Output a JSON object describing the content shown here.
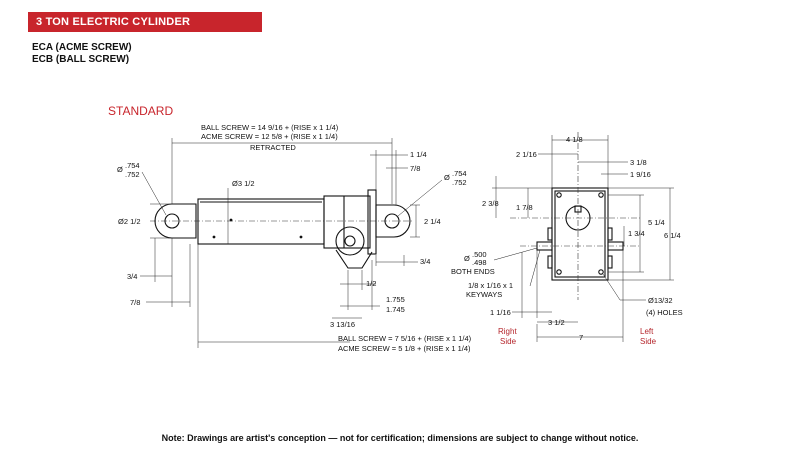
{
  "header": {
    "title": "3 TON ELECTRIC CYLINDER"
  },
  "models": [
    "ECA (ACME SCREW)",
    "ECB (BALL SCREW)"
  ],
  "section_label": "STANDARD",
  "front_view": {
    "top_dim_line1": "BALL SCREW = 14 9/16 + (RISE x 1 1/4)",
    "top_dim_line2": "ACME SCREW = 12 5/8 + (RISE x 1 1/4)",
    "top_dim_line3": "RETRACTED",
    "pin_dia_left": ".754",
    "pin_dia_left_b": ".752",
    "pin_dia_right": ".754",
    "pin_dia_right_b": ".752",
    "tube_dia": "Ø3 1/2",
    "clevis_dia": "Ø2 1/2",
    "dim_1_1_4_top": "1 1/4",
    "dim_7_8_top": "7/8",
    "dim_2_1_4": "2 1/4",
    "dim_3_4_right": "3/4",
    "dim_3_4_left": "3/4",
    "dim_7_8_left": "7/8",
    "dim_1_2": "1/2",
    "dim_1755": "1.755",
    "dim_1745": "1.745",
    "dim_3_13_16": "3 13/16",
    "bottom_dim_line1": "BALL SCREW = 7 5/16 + (RISE x 1 1/4)",
    "bottom_dim_line2": "ACME SCREW = 5 1/8 + (RISE x 1 1/4)",
    "side_label": "Right Side"
  },
  "side_view": {
    "dim_4_1_8": "4 1/8",
    "dim_2_1_16": "2 1/16",
    "dim_3_1_8": "3 1/8",
    "dim_1_9_16": "1 9/16",
    "dim_2_3_8": "2 3/8",
    "dim_1_7_8": "1 7/8",
    "dim_5_1_4": "5 1/4",
    "dim_1_3_4": "1 3/4",
    "dim_6_1_4": "6 1/4",
    "shaft_dia_a": ".500",
    "shaft_dia_b": ".498",
    "both_ends": "BOTH ENDS",
    "keyway_line1": "1/8 x 1/16 x 1",
    "keyway_line2": "KEYWAYS",
    "dim_1_1_16": "1 1/16",
    "dim_3_1_2": "3 1/2",
    "dim_7": "7",
    "holes_line1": "Ø13/32",
    "holes_line2": "(4) HOLES",
    "side_label": "Left Side"
  },
  "footer_note": "Note: Drawings are artist's conception — not for certification; dimensions are subject to change without notice.",
  "colors": {
    "accent": "#c8252c"
  }
}
